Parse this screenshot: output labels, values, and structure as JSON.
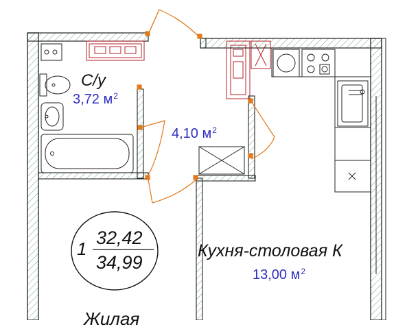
{
  "colors": {
    "wall": "#222222",
    "hatch": "#5a9a78",
    "door": "#e07a1a",
    "fixture": "#b3202a",
    "area_text": "#2f2fc0",
    "text": "#111111"
  },
  "rooms": {
    "bathroom": {
      "name": "С/у",
      "area": "3,72 м",
      "area_unit_sup": "2"
    },
    "hall": {
      "area": "4,10 м",
      "area_unit_sup": "2"
    },
    "kitchen": {
      "name": "Кухня-столовая К",
      "area": "13,00 м",
      "area_unit_sup": "2"
    },
    "living": {
      "name": "Жилая"
    }
  },
  "apartment": {
    "rooms_count": "1",
    "living_area": "32,42",
    "total_area": "34,99"
  },
  "icons": [
    "toilet-icon",
    "sink-icon",
    "bathtub-icon",
    "stove-icon",
    "kitchen-sink-icon",
    "ventilation-shaft-icon",
    "wardrobe-icon",
    "fridge-icon"
  ]
}
